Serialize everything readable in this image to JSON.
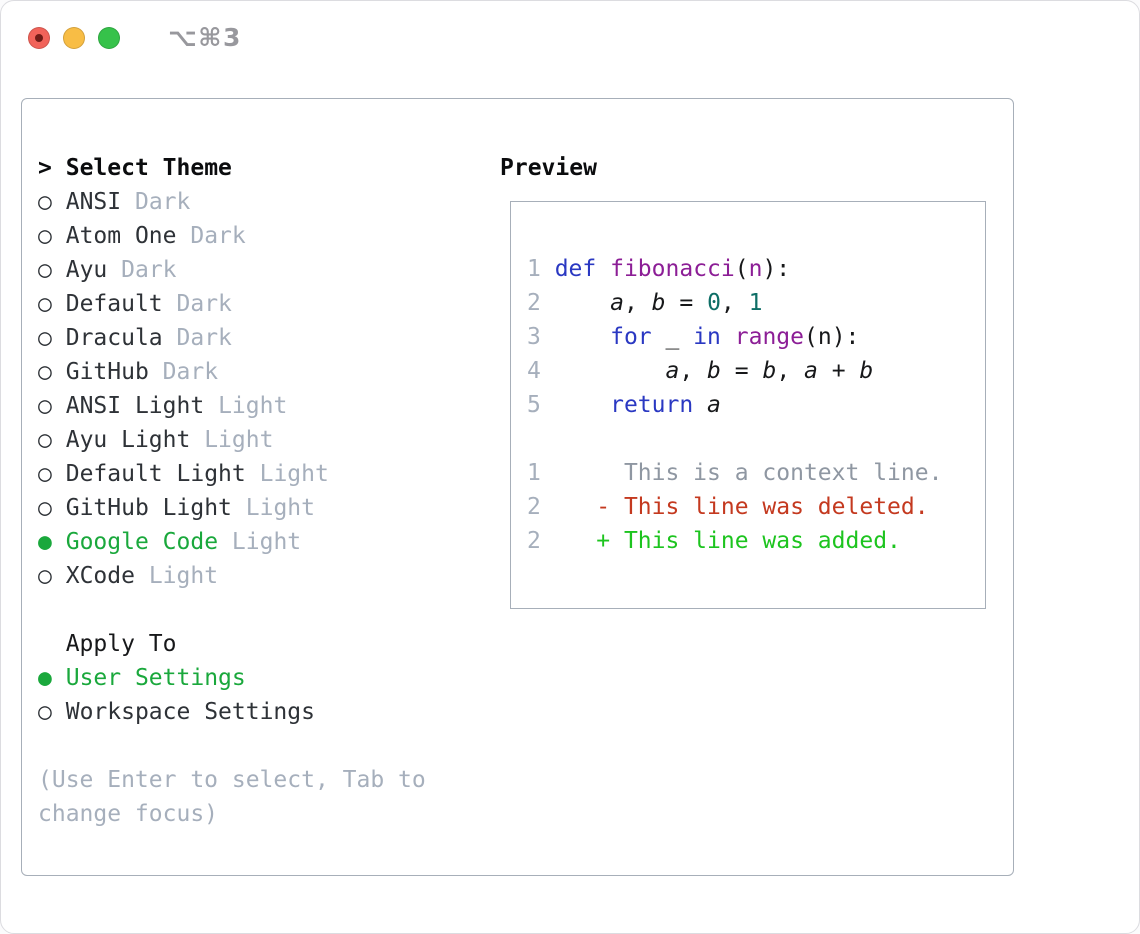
{
  "window": {
    "title": "⌥⌘3",
    "traffic_lights": [
      {
        "name": "close",
        "color_key": "light_red"
      },
      {
        "name": "minimize",
        "color_key": "light_yellow"
      },
      {
        "name": "zoom",
        "color_key": "light_green"
      }
    ]
  },
  "theme_selector": {
    "prompt": ">",
    "title": "Select Theme",
    "bullet_selected": "●",
    "bullet_unselected": "○",
    "themes": [
      {
        "name": "ANSI",
        "variant": "Dark",
        "selected": false
      },
      {
        "name": "Atom One",
        "variant": "Dark",
        "selected": false
      },
      {
        "name": "Ayu",
        "variant": "Dark",
        "selected": false
      },
      {
        "name": "Default",
        "variant": "Dark",
        "selected": false
      },
      {
        "name": "Dracula",
        "variant": "Dark",
        "selected": false
      },
      {
        "name": "GitHub",
        "variant": "Dark",
        "selected": false
      },
      {
        "name": "ANSI Light",
        "variant": "Light",
        "selected": false
      },
      {
        "name": "Ayu Light",
        "variant": "Light",
        "selected": false
      },
      {
        "name": "Default Light",
        "variant": "Light",
        "selected": false
      },
      {
        "name": "GitHub Light",
        "variant": "Light",
        "selected": false
      },
      {
        "name": "Google Code",
        "variant": "Light",
        "selected": true
      },
      {
        "name": "XCode",
        "variant": "Light",
        "selected": false
      }
    ],
    "apply_to": {
      "heading": "Apply To",
      "options": [
        {
          "label": "User Settings",
          "selected": true
        },
        {
          "label": "Workspace Settings",
          "selected": false
        }
      ]
    },
    "hint": "(Use Enter to select, Tab to change focus)"
  },
  "preview": {
    "title": "Preview",
    "code_lines": [
      {
        "num": "1",
        "tokens": [
          [
            "def",
            "kw"
          ],
          [
            " ",
            "pl"
          ],
          [
            "fibonacci",
            "fn"
          ],
          [
            "(",
            "pl"
          ],
          [
            "n",
            "fn"
          ],
          [
            "):",
            "pl"
          ]
        ]
      },
      {
        "num": "2",
        "tokens": [
          [
            "    ",
            "pl"
          ],
          [
            "a",
            "var"
          ],
          [
            ", ",
            "pl"
          ],
          [
            "b",
            "var"
          ],
          [
            " = ",
            "pl"
          ],
          [
            "0",
            "num"
          ],
          [
            ", ",
            "pl"
          ],
          [
            "1",
            "num"
          ]
        ]
      },
      {
        "num": "3",
        "tokens": [
          [
            "    ",
            "pl"
          ],
          [
            "for",
            "kw"
          ],
          [
            " _ ",
            "pl"
          ],
          [
            "in",
            "kw"
          ],
          [
            " ",
            "pl"
          ],
          [
            "range",
            "fn"
          ],
          [
            "(n):",
            "pl"
          ]
        ]
      },
      {
        "num": "4",
        "tokens": [
          [
            "        ",
            "pl"
          ],
          [
            "a",
            "var"
          ],
          [
            ", ",
            "pl"
          ],
          [
            "b",
            "var"
          ],
          [
            " = ",
            "pl"
          ],
          [
            "b",
            "var"
          ],
          [
            ", ",
            "pl"
          ],
          [
            "a",
            "var"
          ],
          [
            " + ",
            "pl"
          ],
          [
            "b",
            "var"
          ]
        ]
      },
      {
        "num": "5",
        "tokens": [
          [
            "    ",
            "pl"
          ],
          [
            "return",
            "kw"
          ],
          [
            " ",
            "pl"
          ],
          [
            "a",
            "var"
          ]
        ]
      },
      {
        "num": "",
        "tokens": []
      }
    ],
    "diff_lines": [
      {
        "num": "1",
        "tokens": [
          [
            "     This is a context line.",
            "ctx"
          ]
        ]
      },
      {
        "num": "2",
        "tokens": [
          [
            "   - This line was deleted.",
            "del"
          ]
        ]
      },
      {
        "num": "2",
        "tokens": [
          [
            "   + This line was added.",
            "add"
          ]
        ]
      }
    ]
  },
  "colors": {
    "accent_green": "#1aa83c",
    "added_green": "#1dc41f",
    "deleted_red": "#c4391f",
    "keyword_blue": "#2a38c2",
    "function_purple": "#8c1e96",
    "number_teal": "#0e6e66",
    "muted_gray": "#a6afbc",
    "context_gray": "#8f97a2",
    "text_dark": "#2e3237",
    "heading_black": "#0b0c0e",
    "plain_code": "#17181a",
    "border_gray": "#a7afb9",
    "title_gray": "#98989d",
    "light_red": "#f1635a",
    "light_yellow": "#f8bd45",
    "light_green": "#36c24a"
  }
}
